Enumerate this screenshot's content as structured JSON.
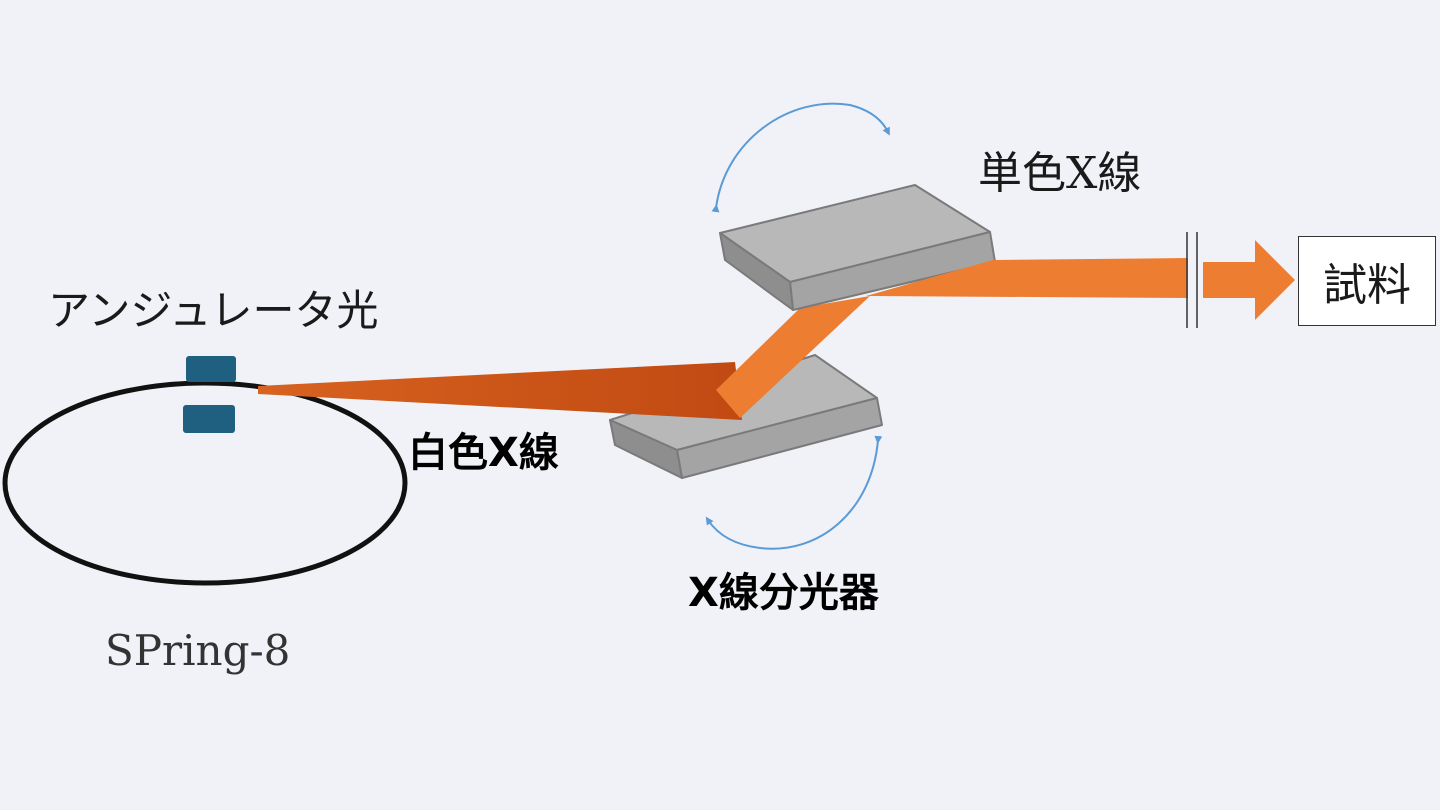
{
  "labels": {
    "undulator_light": "アンジュレータ光",
    "monochromatic_xray": "単色X線",
    "white_xray": "白色X線",
    "monochromator": "X線分光器",
    "ring": "SPring-8",
    "sample": "試料"
  },
  "colors": {
    "background": "#f1f2f8",
    "white_beam": "#c4501a",
    "mono_beam": "#ed7d31",
    "crystal": "#b0b0b0",
    "undulator": "#1f5f80",
    "rotation_arrow": "#5b9bd5"
  }
}
